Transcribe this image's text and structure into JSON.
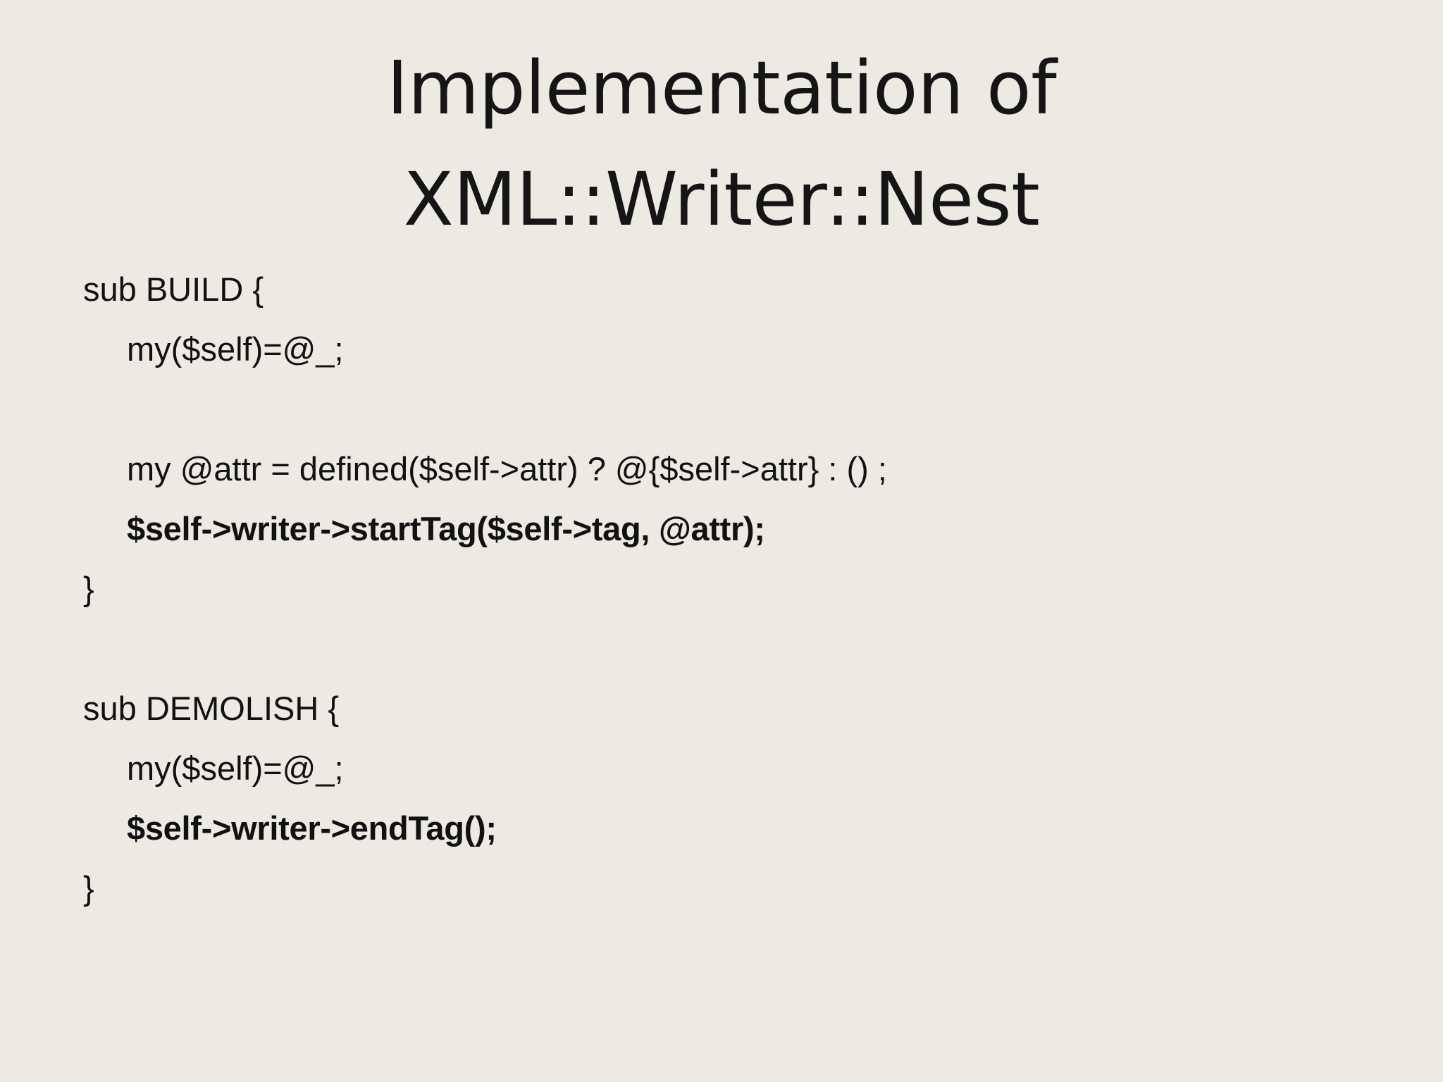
{
  "slide": {
    "background_color": "#edeae3",
    "text_color": "#111111",
    "title": {
      "line1": "Implementation of",
      "line2": "XML::Writer::Nest"
    },
    "code": {
      "language": "perl",
      "lines": [
        {
          "text": "sub BUILD {",
          "indent": false,
          "bold": false
        },
        {
          "text": "my($self)=@_;",
          "indent": true,
          "bold": false
        },
        {
          "text": "",
          "indent": false,
          "bold": false
        },
        {
          "text": "my @attr = defined($self->attr) ? @{$self->attr} : () ;",
          "indent": true,
          "bold": false
        },
        {
          "text": "$self->writer->startTag($self->tag, @attr);",
          "indent": true,
          "bold": true
        },
        {
          "text": "}",
          "indent": false,
          "bold": false
        },
        {
          "text": "",
          "indent": false,
          "bold": false
        },
        {
          "text": "sub DEMOLISH {",
          "indent": false,
          "bold": false
        },
        {
          "text": "my($self)=@_;",
          "indent": true,
          "bold": false
        },
        {
          "text": "$self->writer->endTag();",
          "indent": true,
          "bold": true
        },
        {
          "text": "}",
          "indent": false,
          "bold": false
        }
      ]
    }
  }
}
